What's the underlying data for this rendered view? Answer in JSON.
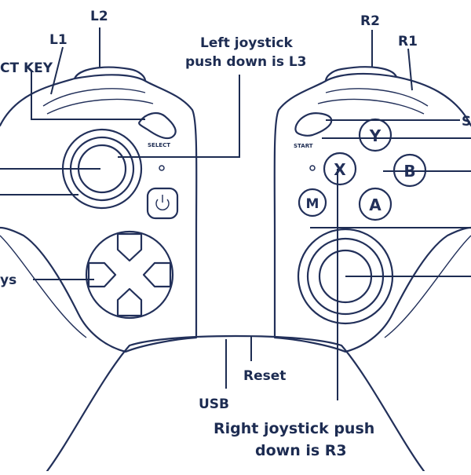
{
  "labels": {
    "l2": "L2",
    "l1": "L1",
    "select_key": "CT KEY",
    "left_joystick_l3": [
      "Left joystick",
      "push down is L3"
    ],
    "r2": "R2",
    "r1": "R1",
    "start_key": "S",
    "dpad_keys": "ys",
    "reset": "Reset",
    "usb": "USB",
    "right_joystick_r3": [
      "Right joystick push",
      "down is R3"
    ]
  },
  "controller": {
    "select_text": "SELECT",
    "start_text": "START",
    "face_buttons": {
      "y": "Y",
      "x": "X",
      "b": "B",
      "a": "A",
      "m": "M"
    },
    "power_icon": "power-icon"
  },
  "colors": {
    "line": "#22305a",
    "text": "#1d2c52",
    "background": "#ffffff"
  }
}
